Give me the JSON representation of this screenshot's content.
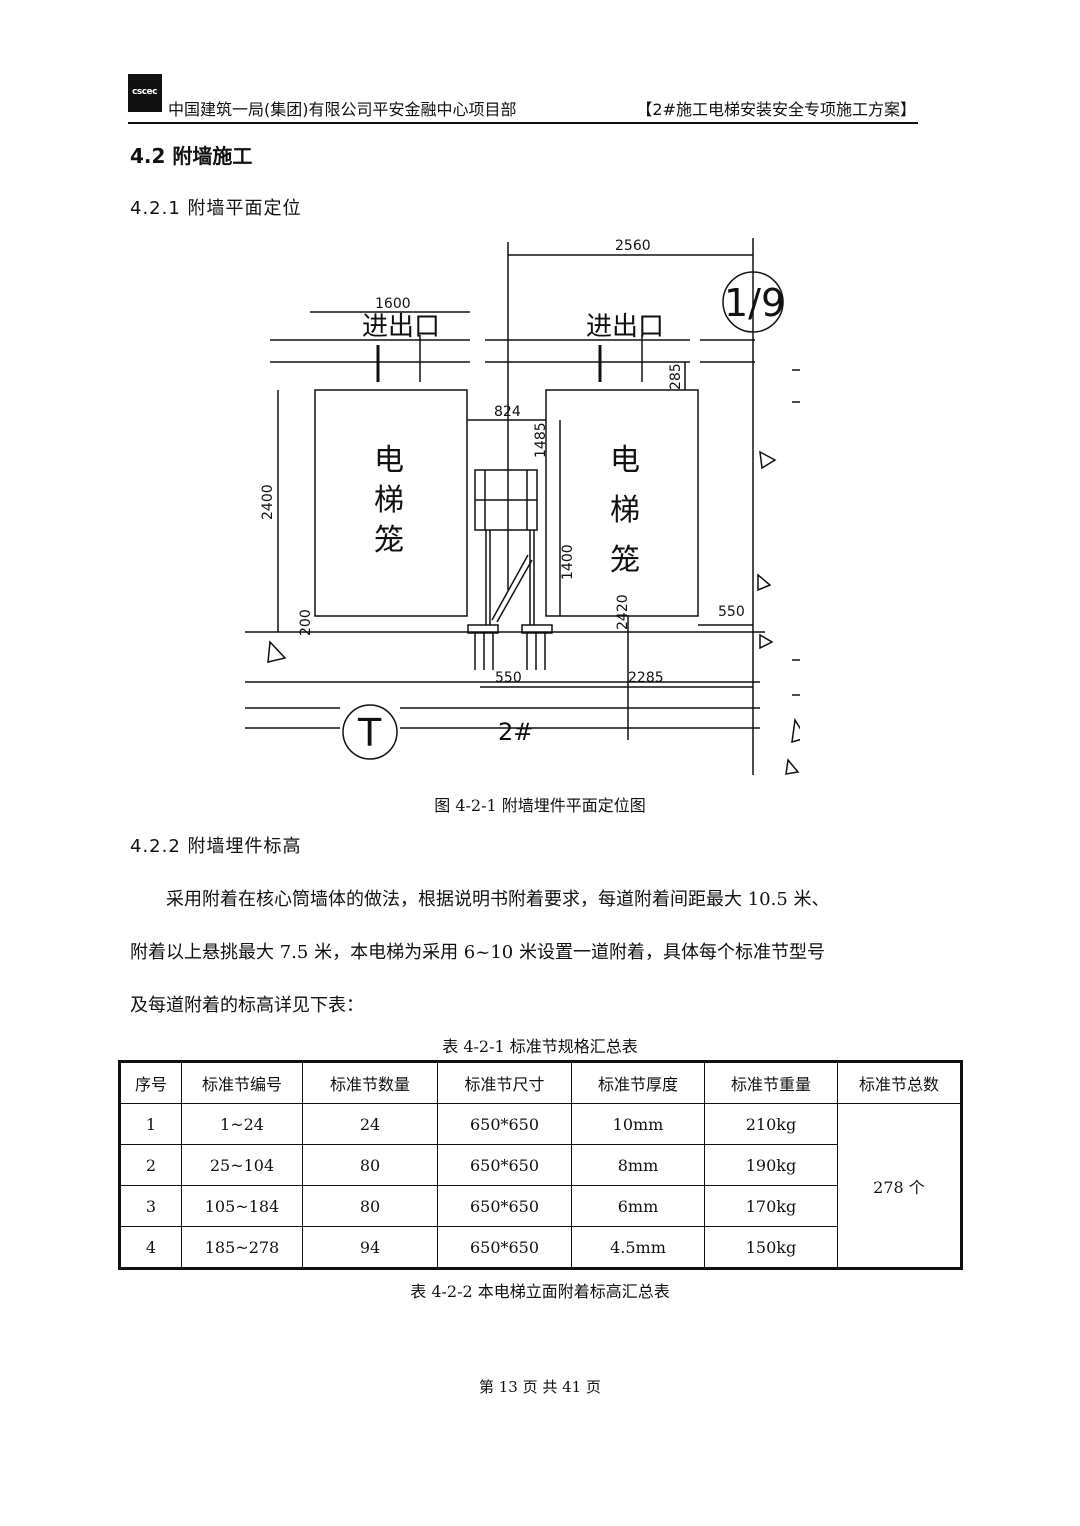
{
  "header": {
    "logo_text": "cscec",
    "left": "中国建筑一局(集团)有限公司平安金融中心项目部",
    "right": "【2#施工电梯安装安全专项施工方案】"
  },
  "section": {
    "title": "4.2 附墙施工"
  },
  "sub1": {
    "title": "4.2.1 附墙平面定位"
  },
  "figure": {
    "caption": "图 4-2-1 附墙埋件平面定位图",
    "labels": {
      "dim_2560": "2560",
      "dim_1600": "1600",
      "dim_824": "824",
      "dim_1485": "1485",
      "dim_285": "285",
      "dim_2400": "2400",
      "dim_200": "200",
      "dim_1400": "1400",
      "dim_2420": "2420",
      "dim_550_right": "550",
      "dim_550_bottom": "550",
      "dim_2285": "2285",
      "entrance_left": "进出口",
      "entrance_right": "进出口",
      "axis_1_9": "1/9",
      "axis_T": "T",
      "label_2hash": "2#",
      "cage_left": [
        "电",
        "梯",
        "笼"
      ],
      "cage_right": [
        "电",
        "梯",
        "笼"
      ]
    }
  },
  "sub2": {
    "title": "4.2.2 附墙埋件标高"
  },
  "paragraph": {
    "line1": "采用附着在核心筒墙体的做法，根据说明书附着要求，每道附着间距最大 10.5 米、",
    "line2": "附着以上悬挑最大 7.5 米，本电梯为采用 6~10 米设置一道附着，具体每个标准节型号",
    "line3": "及每道附着的标高详见下表："
  },
  "table1": {
    "caption": "表 4-2-1 标准节规格汇总表",
    "headers": [
      "序号",
      "标准节编号",
      "标准节数量",
      "标准节尺寸",
      "标准节厚度",
      "标准节重量",
      "标准节总数"
    ],
    "rows": [
      [
        "1",
        "1~24",
        "24",
        "650*650",
        "10mm",
        "210kg"
      ],
      [
        "2",
        "25~104",
        "80",
        "650*650",
        "8mm",
        "190kg"
      ],
      [
        "3",
        "105~184",
        "80",
        "650*650",
        "6mm",
        "170kg"
      ],
      [
        "4",
        "185~278",
        "94",
        "650*650",
        "4.5mm",
        "150kg"
      ]
    ],
    "total": "278 个"
  },
  "table2": {
    "caption": "表 4-2-2 本电梯立面附着标高汇总表"
  },
  "footer": {
    "page": "第 13 页  共 41 页"
  }
}
